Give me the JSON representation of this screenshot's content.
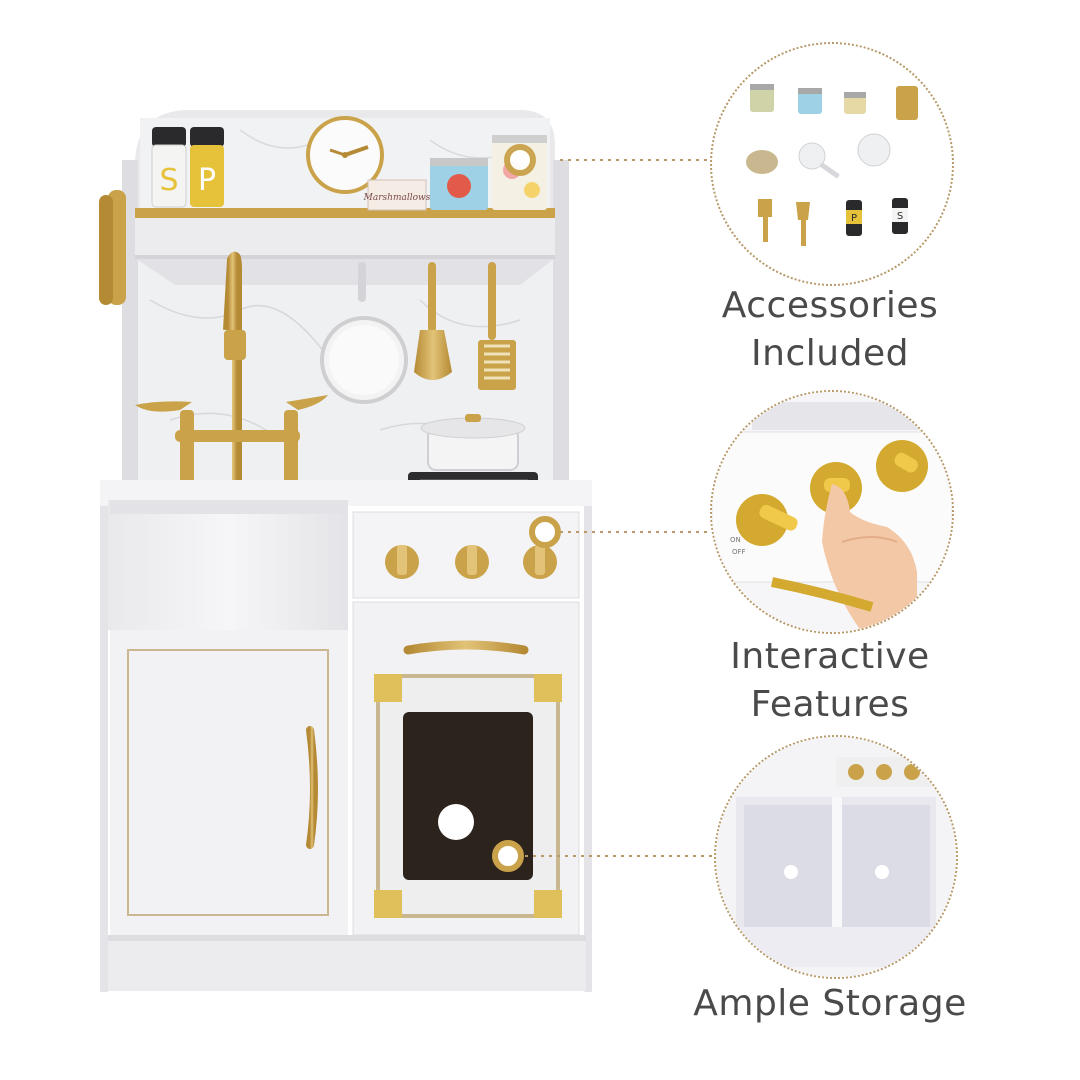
{
  "colors": {
    "gold": "#c9a24a",
    "white_body": "#f2f2f4",
    "marble": "#eceef0",
    "dotted_line": "#b89a6a",
    "caption_text": "#4a4a4a"
  },
  "features": [
    {
      "lines": [
        "Accessories",
        "Included"
      ]
    },
    {
      "lines": [
        "Interactive",
        "Features"
      ]
    },
    {
      "lines": [
        "Ample Storage"
      ]
    }
  ],
  "kitchen": {
    "shaker_left": "S",
    "shaker_right": "P",
    "can_label": "Marshmallows"
  },
  "accessories_detail": {
    "shaker_p": "P",
    "shaker_s": "S"
  },
  "knob_detail": {
    "label_on": "ON",
    "label_off": "OFF"
  }
}
